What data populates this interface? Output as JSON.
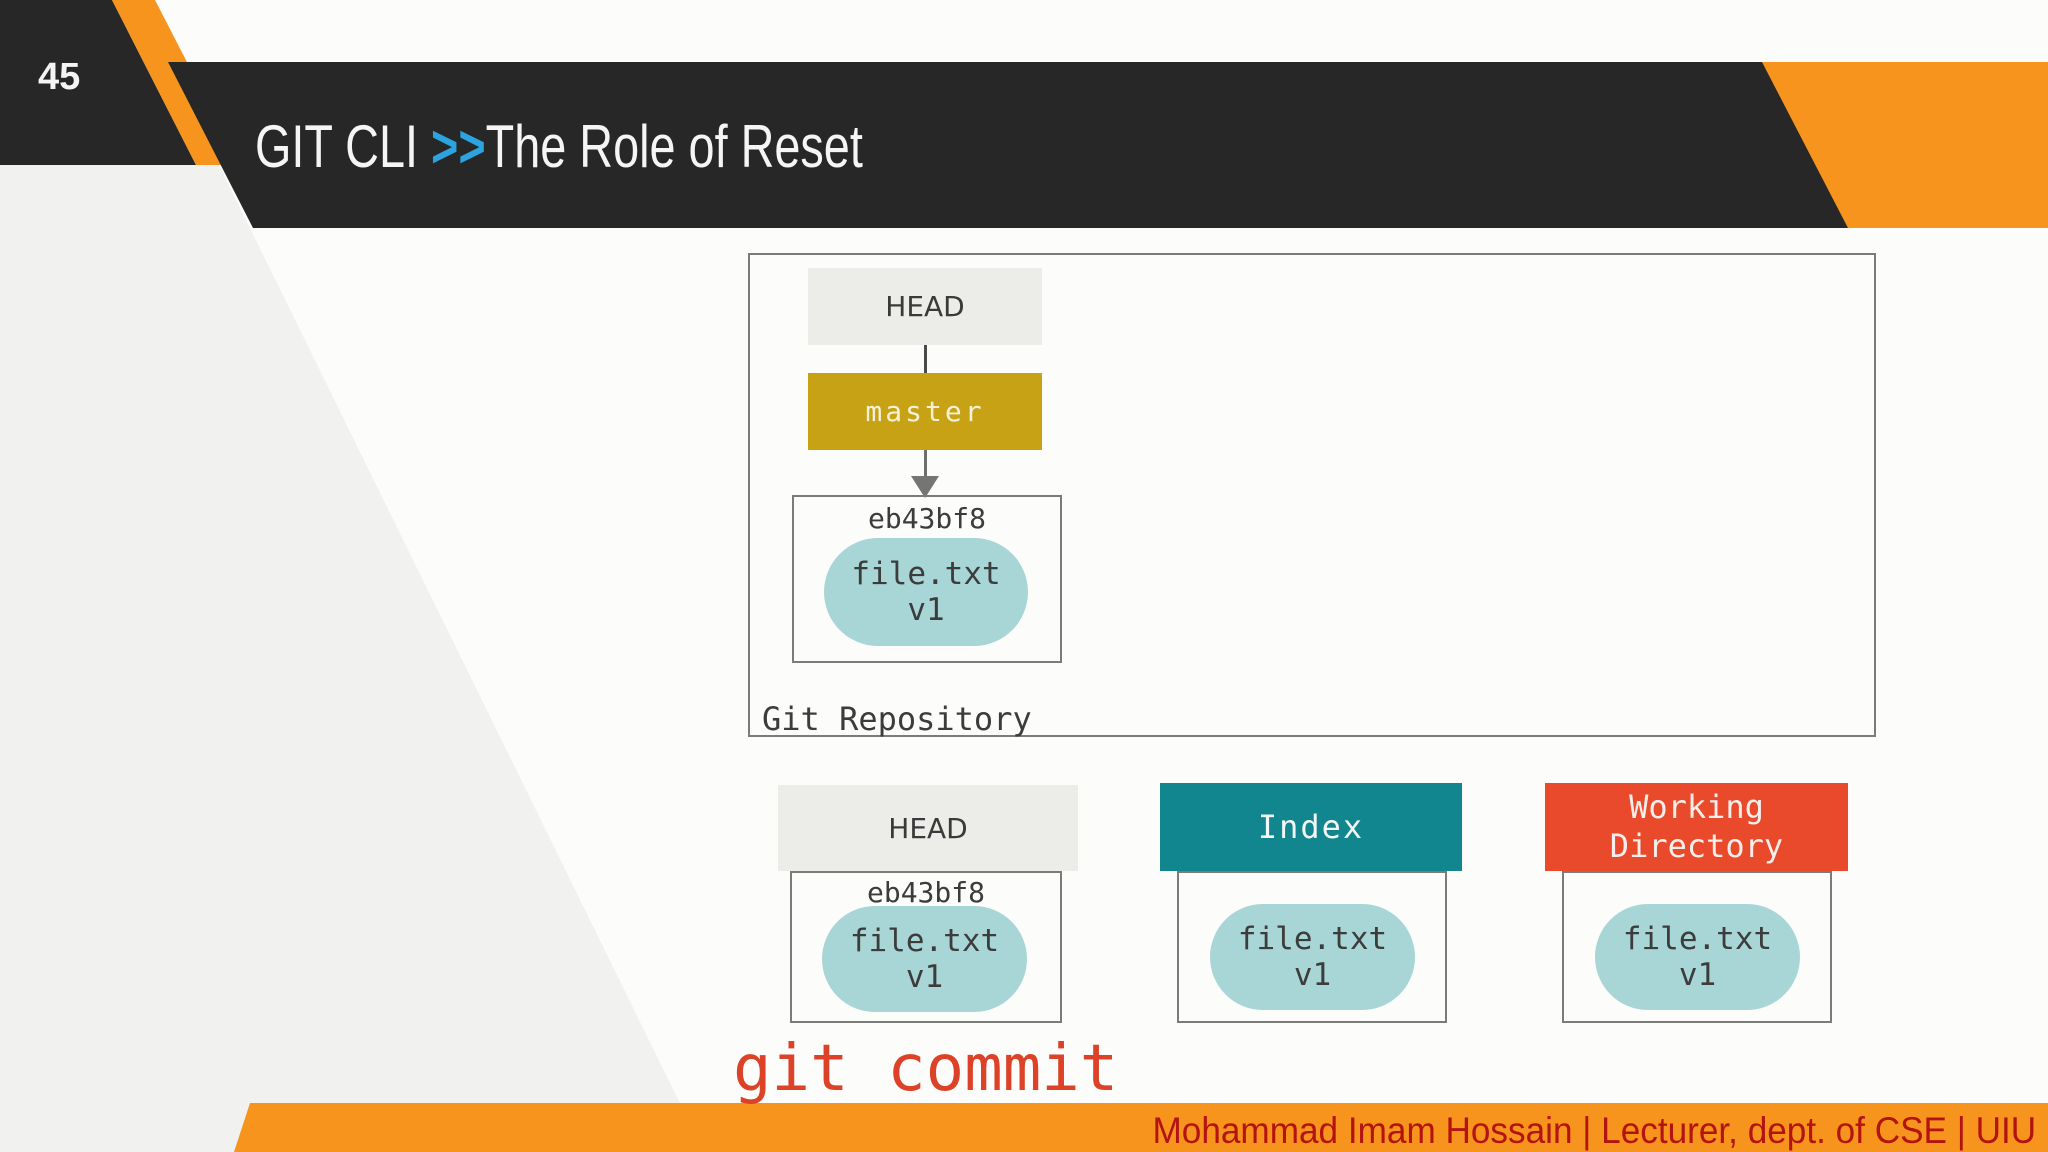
{
  "slide": {
    "page_number": "45",
    "title": {
      "prefix": "GIT CLI ",
      "separator": ">>",
      "rest": "The Role of Reset"
    },
    "footer_text": "Mohammad Imam Hossain | Lecturer, dept. of CSE | UIU"
  },
  "colors": {
    "header_dark": "#272727",
    "accent_orange": "#F7941E",
    "separator_blue": "#2BA4DF",
    "footer_text_red": "#B31311",
    "branch_mustard": "#C6A214",
    "index_teal": "#11868E",
    "workdir_red": "#E84A2B",
    "blob_teal": "#A8D5D5",
    "command_red": "#DC4227",
    "sidebar_gray": "#F1F1EF"
  },
  "diagram": {
    "repository": {
      "label": "Git Repository",
      "head": "HEAD",
      "branch": "master",
      "commit": {
        "hash": "eb43bf8",
        "file": "file.txt",
        "version": "v1"
      }
    },
    "areas": [
      {
        "header": "HEAD",
        "hash": "eb43bf8",
        "file": "file.txt",
        "version": "v1"
      },
      {
        "header": "Index",
        "file": "file.txt",
        "version": "v1"
      },
      {
        "header": "Working Directory",
        "file": "file.txt",
        "version": "v1"
      }
    ],
    "command": "git commit"
  }
}
